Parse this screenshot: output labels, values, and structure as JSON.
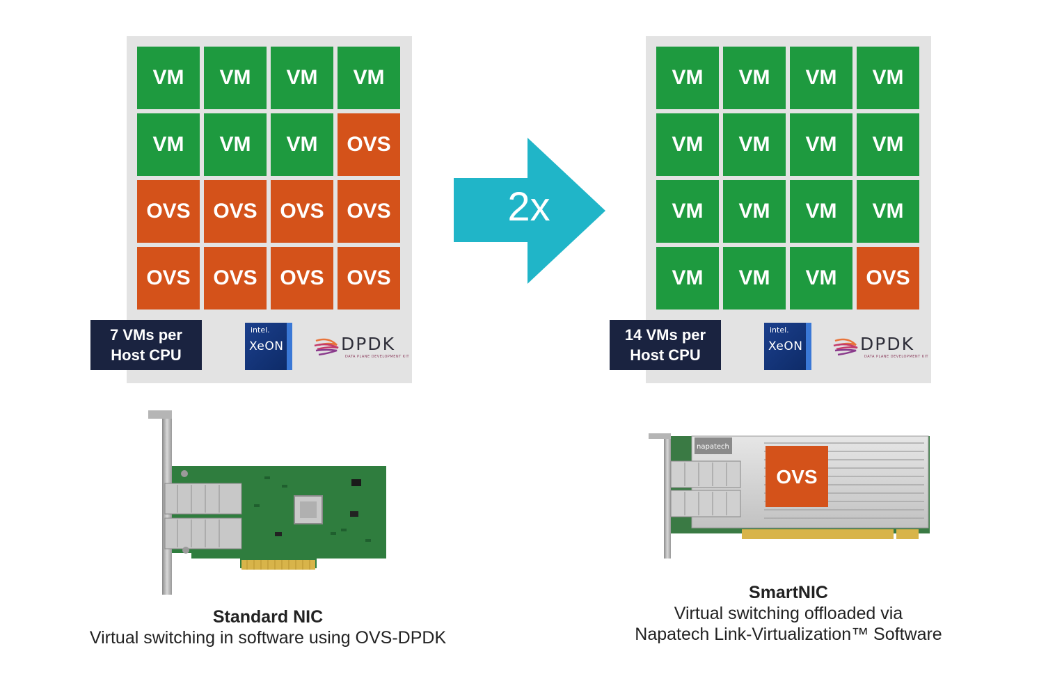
{
  "left_panel": {
    "rows": [
      [
        "VM",
        "VM",
        "VM",
        "VM"
      ],
      [
        "VM",
        "VM",
        "VM",
        "OVS"
      ],
      [
        "OVS",
        "OVS",
        "OVS",
        "OVS"
      ],
      [
        "OVS",
        "OVS",
        "OVS",
        "OVS"
      ]
    ],
    "badge_line1": "7 VMs per",
    "badge_line2": "Host CPU"
  },
  "right_panel": {
    "rows": [
      [
        "VM",
        "VM",
        "VM",
        "VM"
      ],
      [
        "VM",
        "VM",
        "VM",
        "VM"
      ],
      [
        "VM",
        "VM",
        "VM",
        "VM"
      ],
      [
        "VM",
        "VM",
        "VM",
        "OVS"
      ]
    ],
    "badge_line1": "14 VMs per",
    "badge_line2": "Host CPU"
  },
  "arrow": {
    "label": "2x"
  },
  "logos": {
    "intel_text": "intel.",
    "xeon_text": "XeON",
    "dpdk_text": "DPDK",
    "dpdk_subtitle": "DATA PLANE DEVELOPMENT KIT"
  },
  "smartnic_overlay": "OVS",
  "smartnic_brand": "napatech",
  "captions": {
    "left_title": "Standard NIC",
    "left_subtitle": "Virtual switching in software using OVS-DPDK",
    "right_title": "SmartNIC",
    "right_line2": "Virtual switching offloaded via",
    "right_line3": "Napatech Link-Virtualization™ Software"
  },
  "colors": {
    "vm": "#1e9a3f",
    "ovs": "#d4521a",
    "arrow": "#20b5c8",
    "badge": "#1a2340",
    "panel": "#e3e3e3",
    "pcb_green": "#2f7d3e",
    "gold": "#d8b44a"
  }
}
